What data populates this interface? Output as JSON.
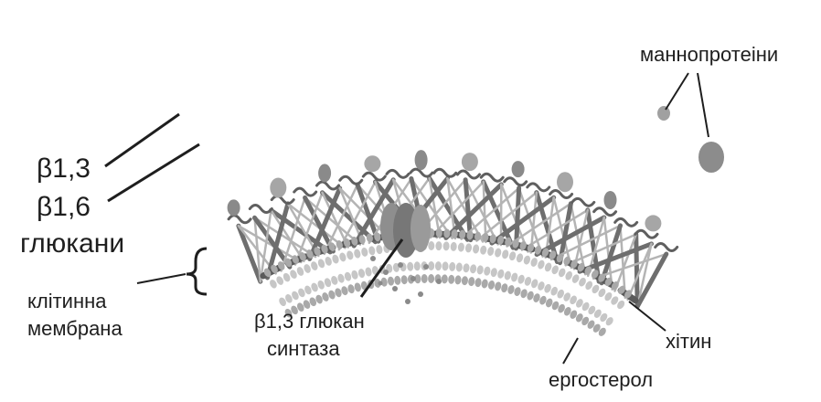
{
  "labels": {
    "mannoproteins": "маннопротеіни",
    "beta13": "β1,3",
    "beta16": "β1,6",
    "glucans": "глюкани",
    "membrane_line1": "клітинна",
    "membrane_line2": "мембрана",
    "synthase_line1": "β1,3 глюкан",
    "synthase_line2": "синтаза",
    "chitin": "хітин",
    "ergosterol": "ергостерол"
  },
  "colors": {
    "fiber_dark": "#6e6e6e",
    "fiber_light": "#b4b4b4",
    "protein": "#8a8a8a",
    "lipid_head": "#a9a9a9",
    "synthase": "#7c7c7c",
    "text": "#1e1e1e"
  }
}
